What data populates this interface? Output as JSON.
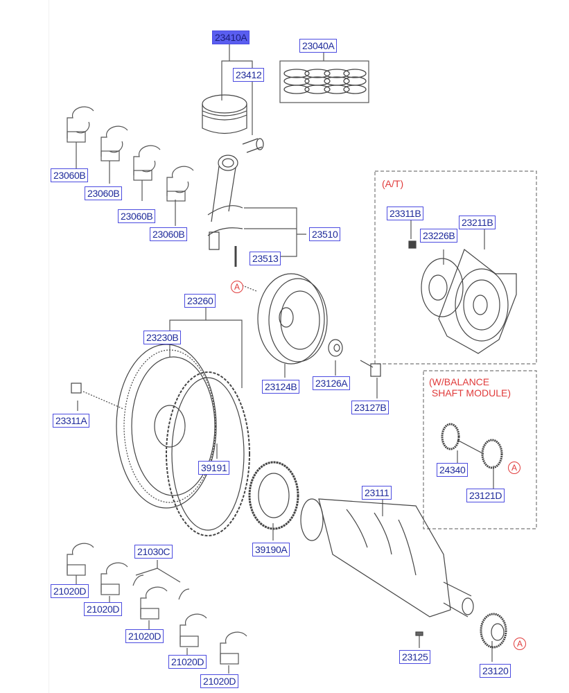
{
  "diagram": {
    "title": "Crankshaft & Piston exploded parts diagram",
    "colors": {
      "label_border": "#4a4ae0",
      "label_text": "#1e2a9a",
      "selected_fill": "#5a5ef0",
      "note_red": "#e03a3a",
      "line": "#555555"
    },
    "selected_part": "23410A",
    "labels": {
      "piston_set": "23410A",
      "piston_ring_set": "23040A",
      "piston_pin": "23412",
      "conrod_bearing_1": "23060B",
      "conrod_bearing_2": "23060B",
      "conrod_bearing_3": "23060B",
      "conrod_bearing_4": "23060B",
      "connecting_rod": "23510",
      "conrod_bolt": "23513",
      "flywheel_assy": "23260",
      "flywheel": "23230B",
      "flywheel_bolt": "23311A",
      "ring_gear_pin": "39191",
      "target_wheel": "39190A",
      "damper_pulley": "23124B",
      "pulley_washer": "23126A",
      "pulley_bolt": "23127B",
      "drive_plate_bolt": "23311B",
      "drive_plate_adapter": "23226B",
      "drive_plate": "23211B",
      "balance_sprocket": "24340",
      "balance_sprocket_crank": "23121D",
      "crankshaft": "23111",
      "crank_key": "23125",
      "crank_sprocket": "23120",
      "thrust_washer": "21030C",
      "main_bearing_1": "21020D",
      "main_bearing_2": "21020D",
      "main_bearing_3": "21020D",
      "main_bearing_4": "21020D",
      "main_bearing_5": "21020D"
    },
    "notes": {
      "at_box": "(A/T)",
      "balance_box": "(W/BALANCE\n SHAFT MODULE)"
    },
    "refs": [
      "A",
      "A",
      "A"
    ]
  }
}
